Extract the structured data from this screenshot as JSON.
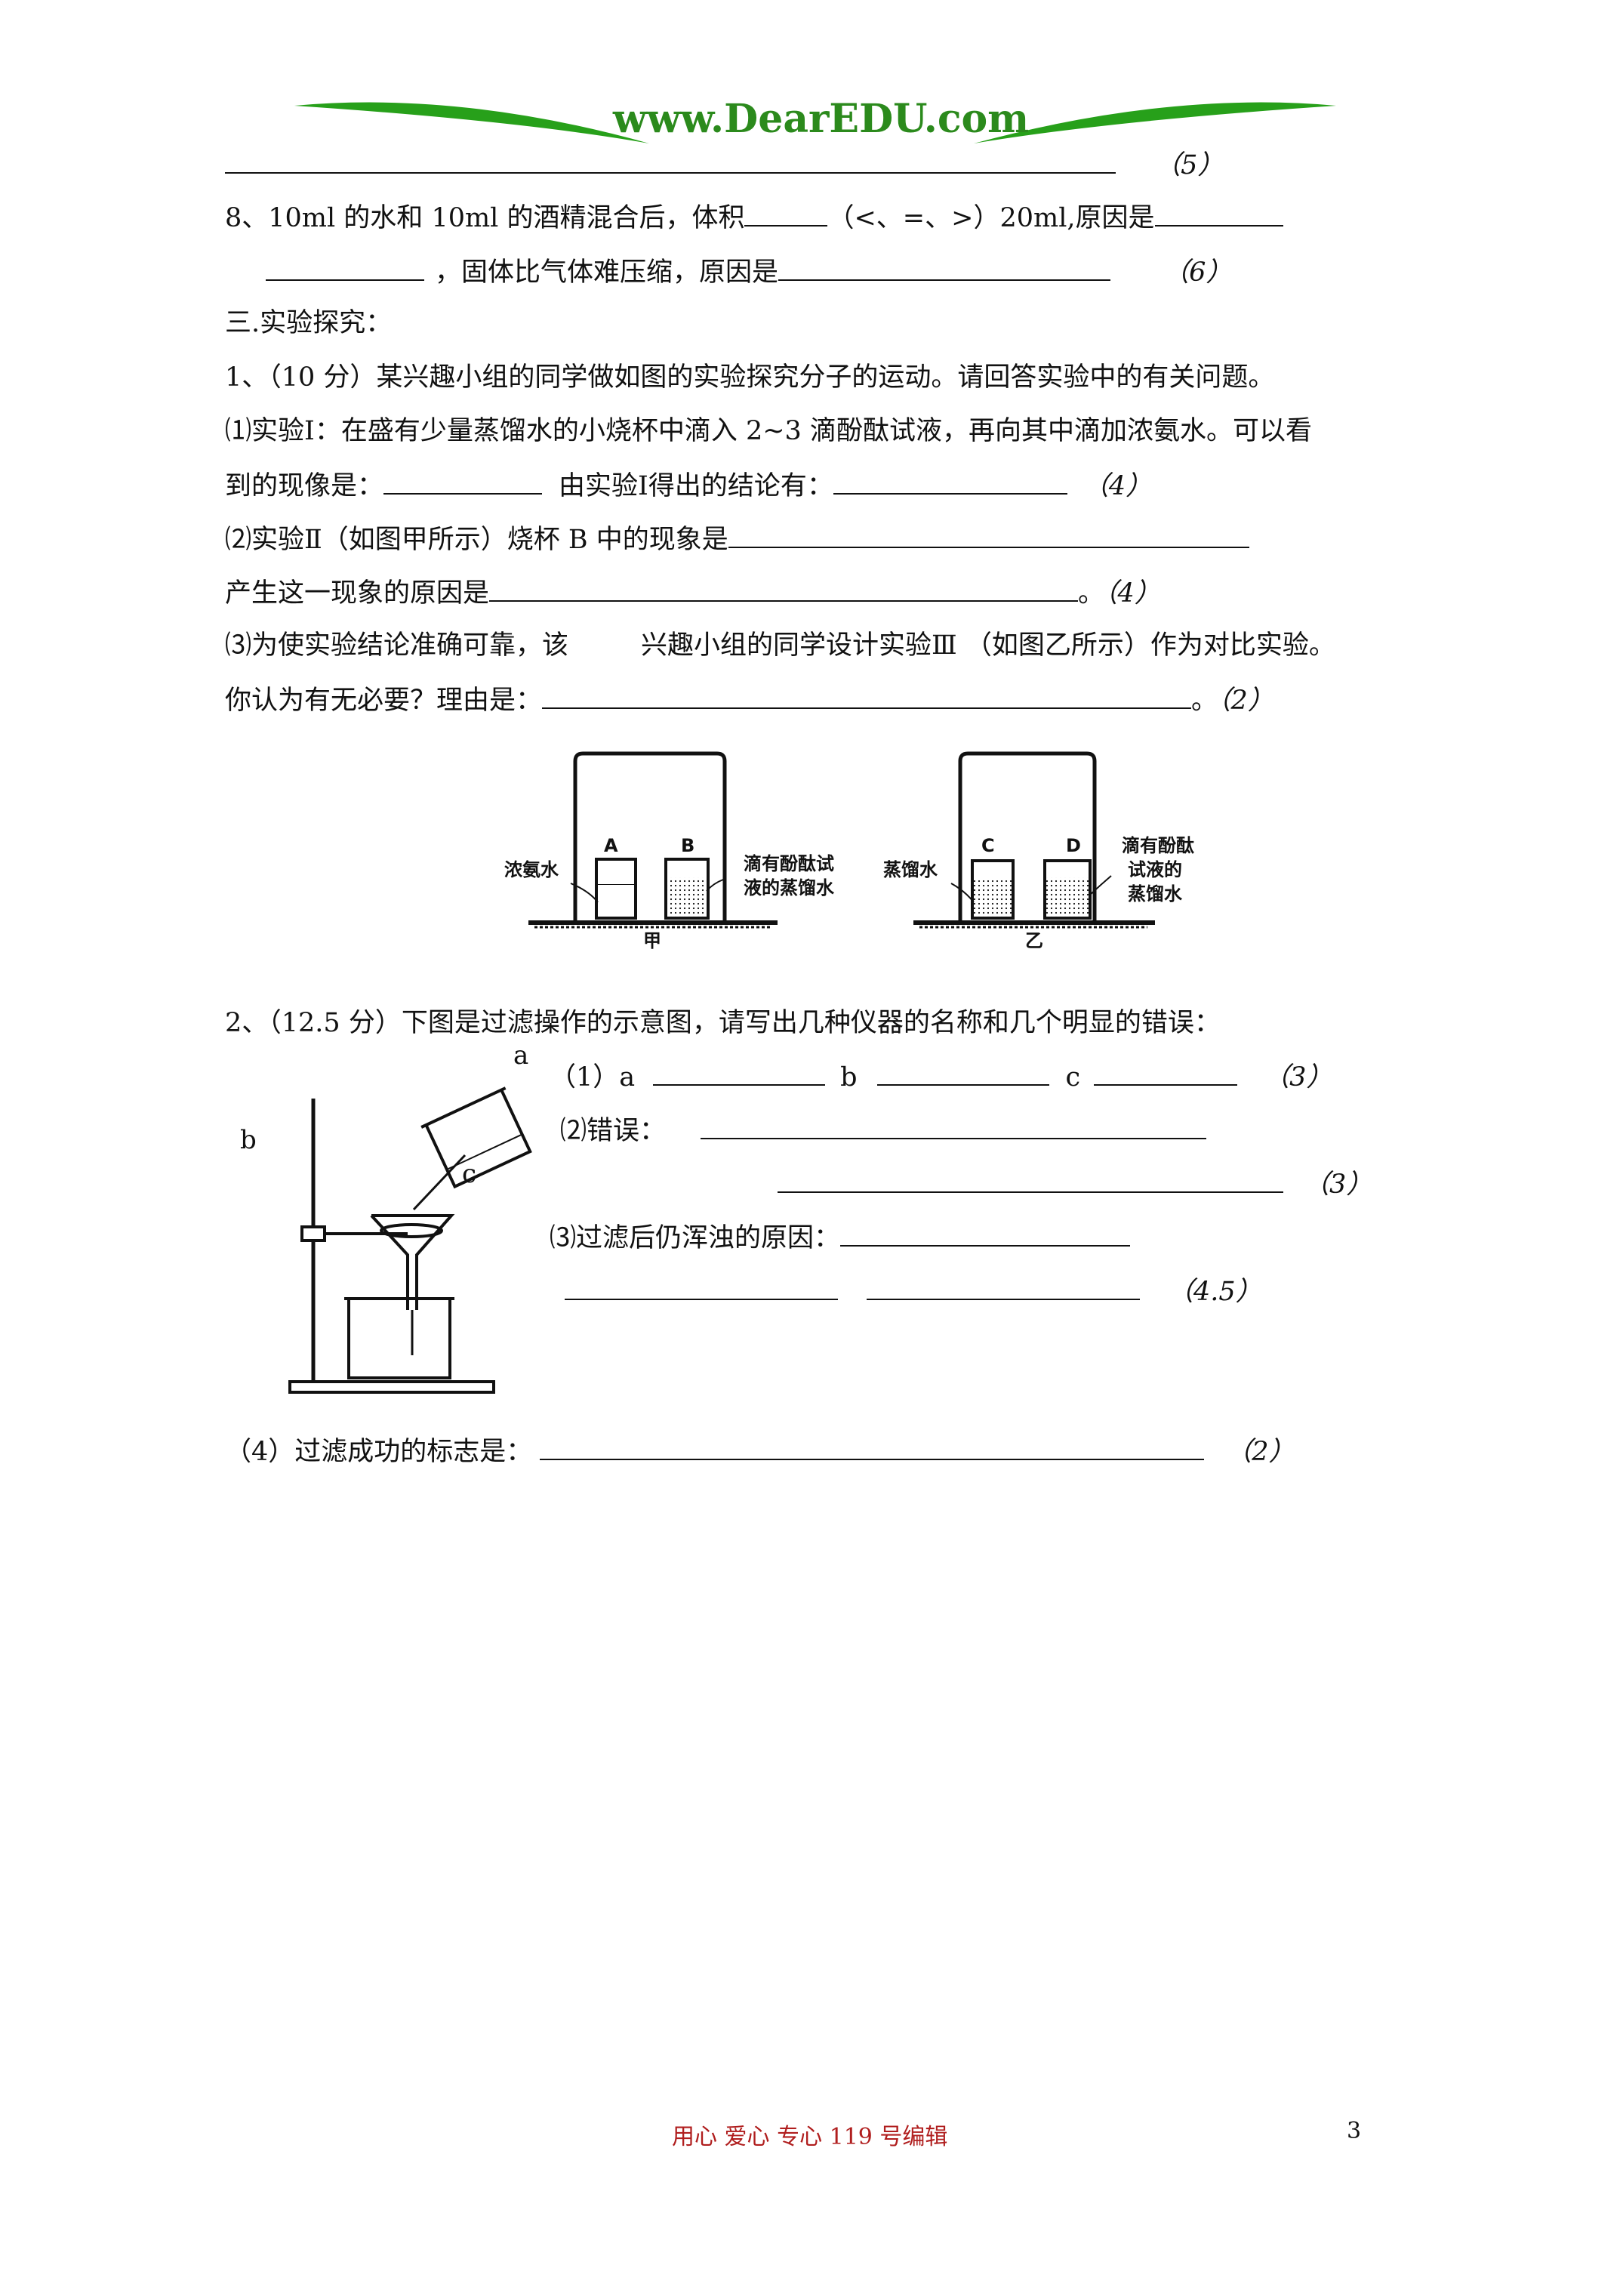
{
  "header": {
    "url": "www.DearEDU.com"
  },
  "q_prev": {
    "score": "（5）"
  },
  "q8": {
    "line1": "8、10ml 的水和 10ml 的酒精混合后，体积",
    "line1b": "（<、=、>）20ml,原因是",
    "line2a": "，固体比气体难压缩，原因是",
    "score": "（6）"
  },
  "section3": {
    "title": "三.实验探究："
  },
  "e1": {
    "intro": "1、（10 分）某兴趣小组的同学做如图的实验探究分子的运动。请回答实验中的有关问题。",
    "p1_line1": "⑴实验Ⅰ：在盛有少量蒸馏水的小烧杯中滴入 2~3 滴酚酞试液，再向其中滴加浓氨水。可以看",
    "p1_line2a": "到的现像是：",
    "p1_line2b": "由实验Ⅰ得出的结论有：",
    "p1_score": "（4）",
    "p2_line1": "⑵实验Ⅱ（如图甲所示）烧杯 B 中的现象是",
    "p2_line2": "产生这一现象的原因是",
    "p2_end": "。",
    "p2_score": "（4）",
    "p3_line1a": "⑶为使实验结论准确可靠，该",
    "p3_line1b": "兴趣小组的同学设计实验Ⅲ （如图乙所示）作为对比实验。",
    "p3_line2": "你认为有无必要？理由是：",
    "p3_end": "。",
    "p3_score": "（2）"
  },
  "fig_jia": {
    "label_a": "A",
    "label_b": "B",
    "left_note": "浓氨水",
    "right_note_1": "滴有酚酞试",
    "right_note_2": "液的蒸馏水",
    "caption": "甲"
  },
  "fig_yi": {
    "label_c": "C",
    "label_d": "D",
    "left_note": "蒸馏水",
    "right_note_1": "滴有酚酞",
    "right_note_2": "试液的",
    "right_note_3": "蒸馏水",
    "caption": "乙"
  },
  "e2": {
    "intro": "2、（12.5 分）下图是过滤操作的示意图，请写出几种仪器的名称和几个明显的错误：",
    "q1": "（1）a",
    "q1_b": "b",
    "q1_c": "c",
    "q1_score": "（3）",
    "q2": "⑵错误：",
    "q2_score": "（3）",
    "q3": "⑶过滤后仍浑浊的原因：",
    "q3_score": "（4.5）",
    "q4": "（4）过滤成功的标志是：",
    "q4_score": "（2）",
    "fig_a": "a",
    "fig_b": "b",
    "fig_c": "c"
  },
  "footer": {
    "text": "用心  爱心  专心   119 号编辑",
    "page": "3"
  }
}
